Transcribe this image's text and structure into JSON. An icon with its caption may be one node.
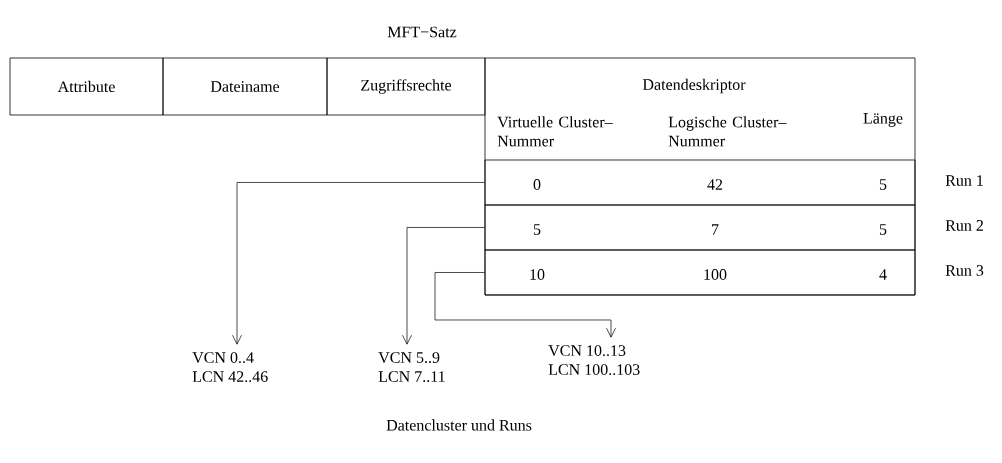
{
  "diagram": {
    "title": "MFT−Satz",
    "caption": "Datencluster und Runs",
    "nodes": [
      {
        "text": [
          "Attribute"
        ]
      },
      {
        "text": [
          "Dateiname"
        ]
      },
      {
        "text": [
          "Zugriffsrechte"
        ]
      },
      {
        "text": [
          "Datendeskriptor",
          "Virtuelle Cluster– Nummer",
          "Logische Cluster– Nummer",
          "Länge"
        ]
      },
      {
        "text": [
          "0",
          "42",
          "5"
        ],
        "beside": [
          "Run 1"
        ],
        "in": 3
      },
      {
        "text": [
          "5",
          "7",
          "5"
        ],
        "beside": [
          "Run 2"
        ],
        "in": 3
      },
      {
        "text": [
          "10",
          "100",
          "4"
        ],
        "beside": [
          "Run 3"
        ],
        "in": 3
      },
      {
        "text": [
          "VCN 0..4",
          "LCN 42..46"
        ]
      },
      {
        "text": [
          "VCN 5..9",
          "LCN  7..11"
        ]
      },
      {
        "text": [
          "VCN 10..13",
          "LCN 100..103"
        ]
      }
    ],
    "edges": [
      {
        "from": 4,
        "to": 7,
        "arrow": "to"
      },
      {
        "from": 5,
        "to": 8,
        "arrow": "to"
      },
      {
        "from": 6,
        "to": 9,
        "arrow": "to"
      }
    ]
  }
}
